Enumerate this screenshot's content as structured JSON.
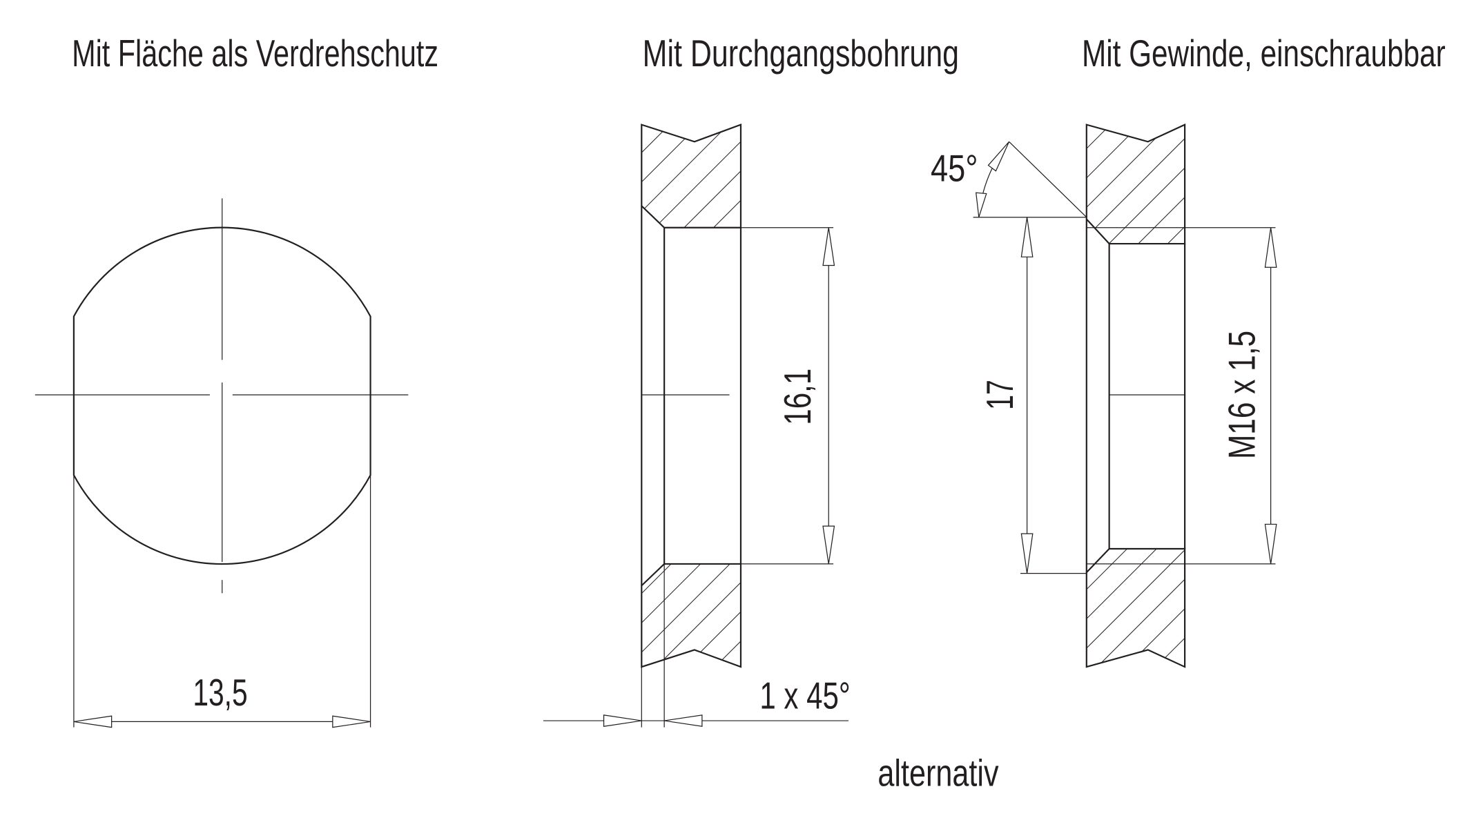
{
  "titles": {
    "flat": "Mit Fläche als Verdrehschutz",
    "through_hole": "Mit Durchgangsbohrung",
    "thread": "Mit Gewinde, einschraubbar"
  },
  "dimensions": {
    "flat_width": "13,5",
    "hole_diameter": "16,1",
    "chamfer": "1 x 45°",
    "counterbore": "17",
    "thread": "M16 x 1,5",
    "angle": "45°"
  },
  "note": "alternativ"
}
